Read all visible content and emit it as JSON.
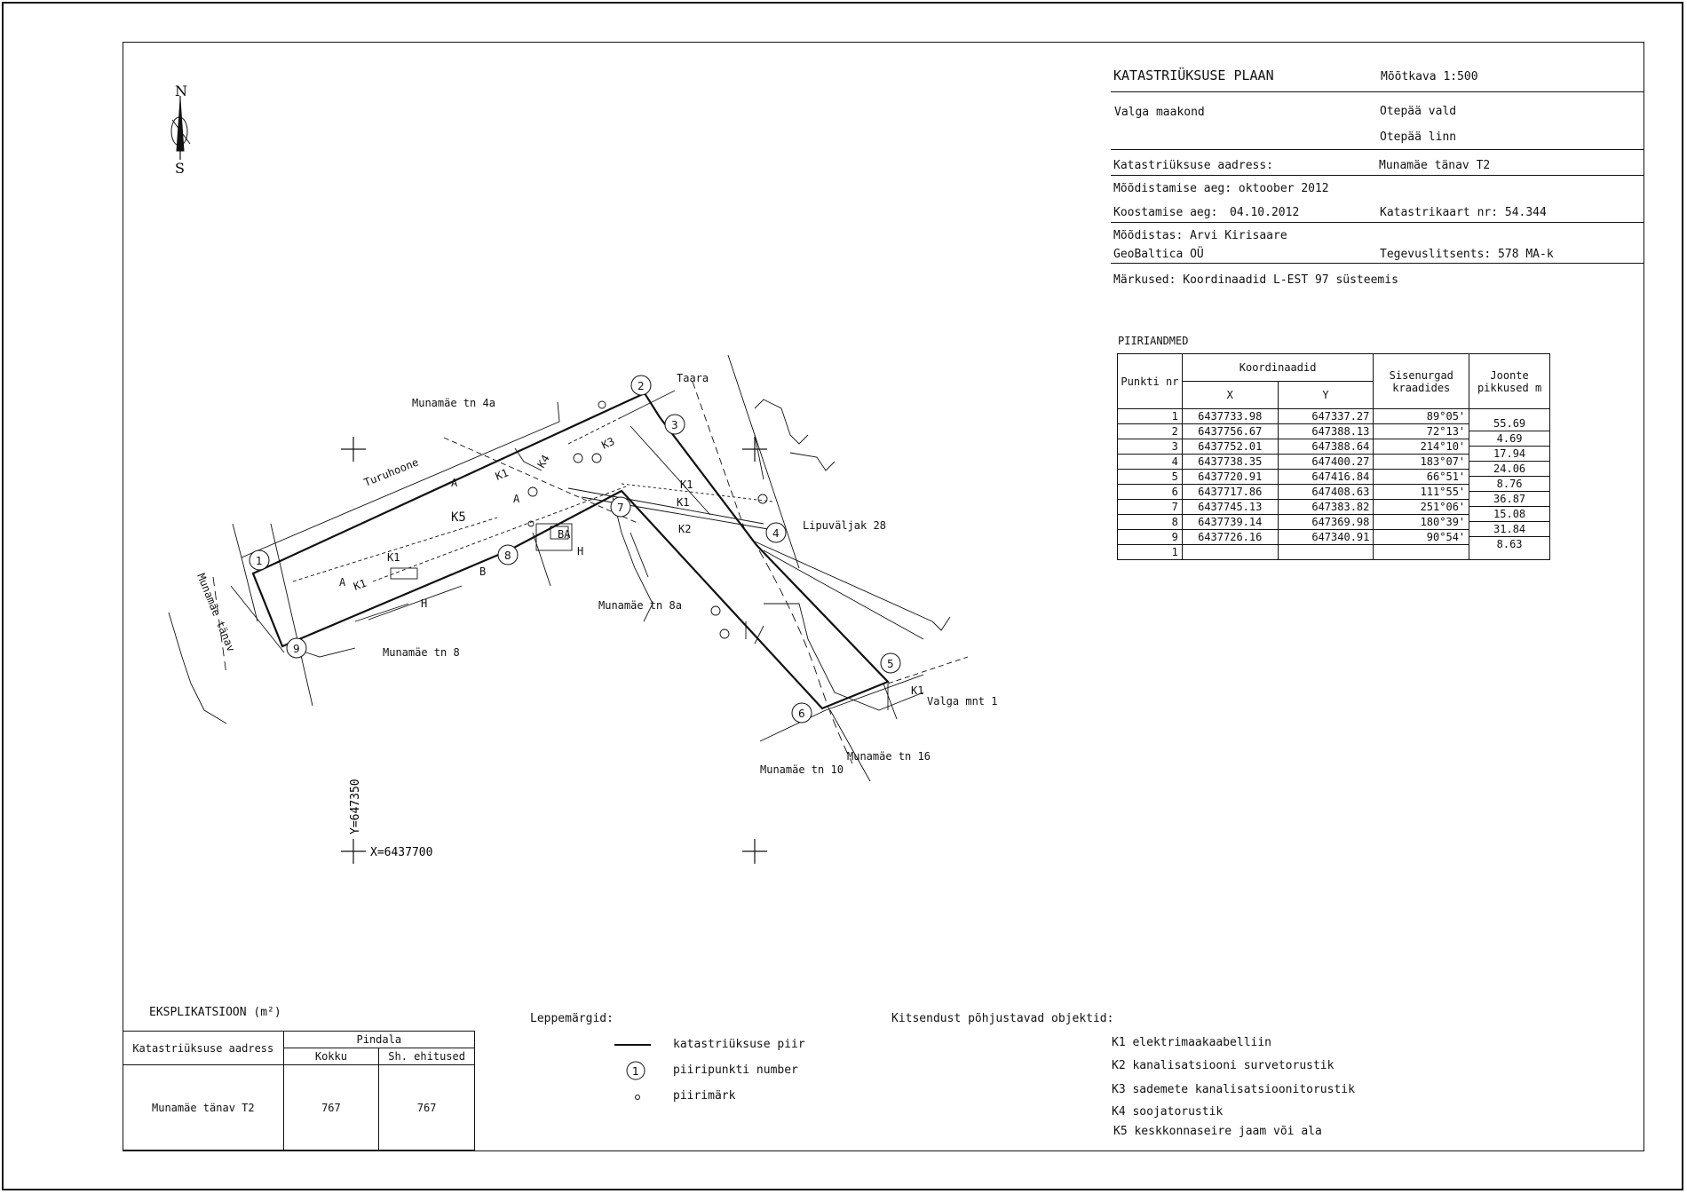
{
  "compass": {
    "north": "N",
    "south": "S"
  },
  "title_block": {
    "title": "KATASTRIÜKSUSE PLAAN",
    "scale": "Mõõtkava 1:500",
    "county": "Valga maakond",
    "parish": "Otepää vald",
    "town": "Otepää linn",
    "address_label": "Katastriüksuse aadress:",
    "address_value": "Munamäe tänav T2",
    "survey_time": "Mõõdistamise aeg: oktoober 2012",
    "compiled_label": "Koostamise aeg:",
    "compiled_value": "04.10.2012",
    "map_no": "Katastrikaart nr:  54.344",
    "surveyor": "Mõõdistas: Arvi Kirisaare",
    "company": "GeoBaltica OÜ",
    "license": "Tegevuslitsents: 578 MA-k",
    "notes": "Märkused: Koordinaadid L-EST 97 süsteemis"
  },
  "boundary_table": {
    "title": "PIIRIANDMED",
    "col_point": "Punkti nr",
    "col_coords": "Koordinaadid",
    "col_x": "X",
    "col_y": "Y",
    "col_angle": "Sisenurgad kraadides",
    "col_length": "Joonte pikkused m",
    "rows": [
      {
        "nr": "1",
        "x": "6437733.98",
        "y": "647337.27",
        "angle": "89°05'"
      },
      {
        "nr": "2",
        "x": "6437756.67",
        "y": "647388.13",
        "angle": "72°13'"
      },
      {
        "nr": "3",
        "x": "6437752.01",
        "y": "647388.64",
        "angle": "214°10'"
      },
      {
        "nr": "4",
        "x": "6437738.35",
        "y": "647400.27",
        "angle": "183°07'"
      },
      {
        "nr": "5",
        "x": "6437720.91",
        "y": "647416.84",
        "angle": "66°51'"
      },
      {
        "nr": "6",
        "x": "6437717.86",
        "y": "647408.63",
        "angle": "111°55'"
      },
      {
        "nr": "7",
        "x": "6437745.13",
        "y": "647383.82",
        "angle": "251°06'"
      },
      {
        "nr": "8",
        "x": "6437739.14",
        "y": "647369.98",
        "angle": "180°39'"
      },
      {
        "nr": "9",
        "x": "6437726.16",
        "y": "647340.91",
        "angle": "90°54'"
      },
      {
        "nr": "1",
        "x": "",
        "y": "",
        "angle": ""
      }
    ],
    "lengths": [
      "55.69",
      "4.69",
      "17.94",
      "24.06",
      "8.76",
      "36.87",
      "15.08",
      "31.84",
      "8.63"
    ]
  },
  "map": {
    "points": [
      "1",
      "2",
      "3",
      "4",
      "5",
      "6",
      "7",
      "8",
      "9"
    ],
    "labels": {
      "munamae_4a": "Munamäe tn 4a",
      "turuhoone": "Turuhoone",
      "taara": "Taara",
      "lipuvaljak": "Lipuväljak 28",
      "munamae_8a": "Munamäe tn 8a",
      "munamae_8": "Munamäe tn 8",
      "munamae_tanav": "Munamäe tänav",
      "valga_mnt": "Valga mnt 1",
      "munamae_16": "Munamäe tn 16",
      "munamae_10": "Munamäe tn 10",
      "k5": "K5",
      "k1": "K1",
      "k2": "K2",
      "k3": "K3",
      "k4": "K4",
      "a": "A",
      "h": "H",
      "b": "B",
      "ba": "BA"
    },
    "grid_y": "Y=647350",
    "grid_x": "X=6437700"
  },
  "explication": {
    "title": "EKSPLIKATSIOON (m²)",
    "col_address": "Katastriüksuse aadress",
    "col_area": "Pindala",
    "col_total": "Kokku",
    "col_built": "Sh. ehitused",
    "row_address": "Munamäe tänav T2",
    "row_total": "767",
    "row_built": "767"
  },
  "legend": {
    "title": "Leppemärgid:",
    "items": [
      "katastriüksuse piir",
      "piiripunkti number",
      "piirimärk"
    ],
    "symbol_number": "1"
  },
  "restrictions": {
    "title": "Kitsendust põhjustavad objektid:",
    "items": [
      "K1 elektrimaakaabelliin",
      "K2 kanalisatsiooni survetorustik",
      "K3 sademete kanalisatsioonitorustik",
      "K4 soojatorustik",
      "K5 keskkonnaseire jaam või ala"
    ]
  }
}
